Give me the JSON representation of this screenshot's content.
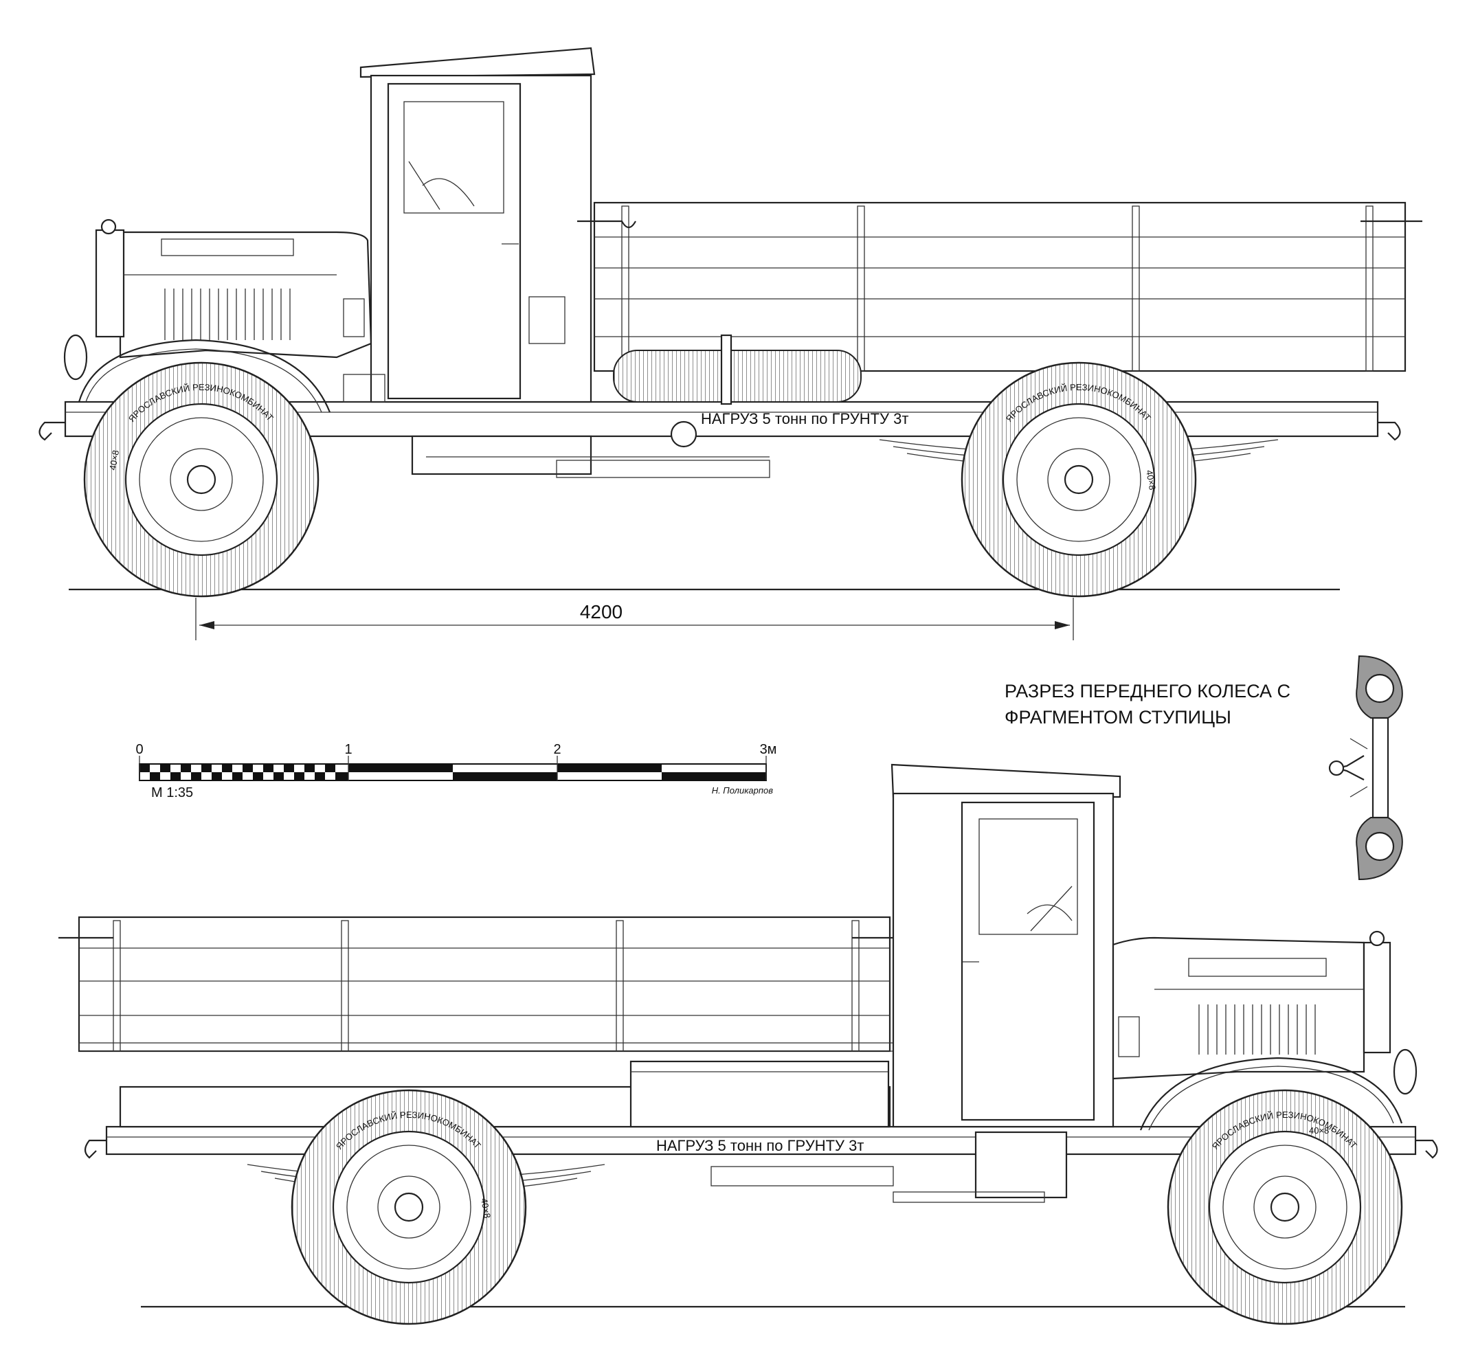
{
  "dimension": {
    "wheelbase": "4200"
  },
  "cargo_marking": {
    "top": "НАГРУЗ 5 тонн по ГРУНТУ 3т",
    "bottom": "НАГРУЗ 5 тонн по ГРУНТУ 3т"
  },
  "tire_marking": {
    "brand": "ЯРОСЛАВСКИЙ РЕЗИНОКОМБИНАТ",
    "size": "40×8"
  },
  "section_caption": {
    "line1": "РАЗРЕЗ ПЕРЕДНЕГО КОЛЕСА С",
    "line2": "ФРАГМЕНТОМ СТУПИЦЫ"
  },
  "scale_bar": {
    "ticks": [
      "0",
      "1",
      "2",
      "3м"
    ],
    "scale_label": "М 1:35",
    "author": "Н. Поликарпов"
  },
  "colors": {
    "line": "#222222",
    "background": "#ffffff",
    "tire_section": "#9a9a9a"
  }
}
